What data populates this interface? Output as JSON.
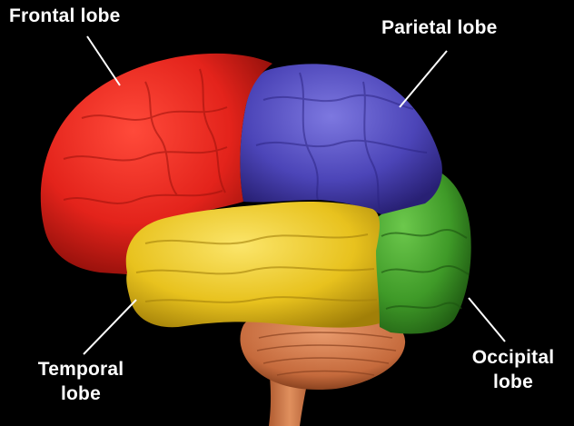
{
  "labels": {
    "frontal": "Frontal lobe",
    "parietal": "Parietal lobe",
    "temporal_line1": "Temporal",
    "temporal_line2": "lobe",
    "occipital_line1": "Occipital",
    "occipital_line2": "lobe"
  },
  "colors": {
    "background": "#000000",
    "frontal": "#e3231b",
    "parietal": "#4c45b8",
    "temporal": "#e8c21e",
    "occipital": "#3f9a28",
    "cerebellum": "#c56a3c",
    "brainstem": "#d07a4c",
    "label_text": "#ffffff",
    "leader_line": "#ffffff"
  }
}
